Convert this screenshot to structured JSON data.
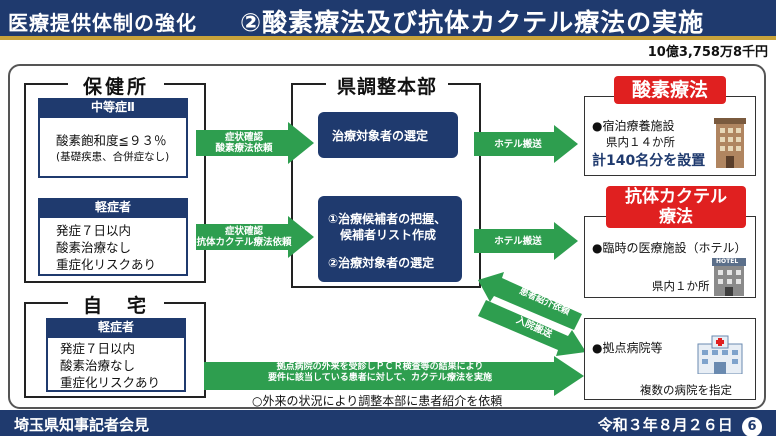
{
  "title": {
    "left": "医療提供体制の強化",
    "main": "②酸素療法及び抗体カクテル療法の実施"
  },
  "budget": "10億3,758万8千円",
  "hokenjo": {
    "label": "保健所",
    "moderate": {
      "header": "中等症Ⅱ",
      "line1": "酸素飽和度≦９３％",
      "line2": "(基礎疾患、合併症なし)"
    },
    "mild": {
      "header": "軽症者",
      "line1": "発症７日以内",
      "line2": "酸素治療なし",
      "line3": "重症化リスクあり"
    }
  },
  "jitaku": {
    "label": "自　宅",
    "mild": {
      "header": "軽症者",
      "line1": "発症７日以内",
      "line2": "酸素治療なし",
      "line3": "重症化リスクあり"
    }
  },
  "hq": {
    "label": "県調整本部",
    "node1": "治療対象者の選定",
    "node2_line1": "①治療候補者の把握、",
    "node2_line2": "　候補者リスト作成",
    "node2_line3": "②治療対象者の選定"
  },
  "arrows": {
    "a1_line1": "症状確認",
    "a1_line2": "酸素療法依頼",
    "a2_line1": "症状確認",
    "a2_line2": "抗体カクテル療法依頼",
    "hotel1": "ホテル搬送",
    "hotel2": "ホテル搬送",
    "referral": "患者紹介依頼",
    "admission": "入院搬送",
    "bottom_line1": "拠点病院の外来を受診しＰＣＲ検査等の結果により",
    "bottom_line2": "要件に該当している患者に対して、カクテル療法を実施"
  },
  "results": {
    "oxygen": {
      "badge": "酸素療法",
      "line1": "●宿泊療養施設",
      "line2": "県内１４か所",
      "line3": "計140名分を設置"
    },
    "antibody": {
      "badge_line1": "抗体カクテル",
      "badge_line2": "療法",
      "line1": "●臨時の医療施設（ホテル）",
      "line2": "県内１か所",
      "sign": "HOTEL"
    },
    "hospital": {
      "line1": "●拠点病院等",
      "line2": "複数の病院を指定"
    }
  },
  "note": "○外来の状況により調整本部に患者紹介を依頼",
  "footer": {
    "left": "埼玉県知事記者会見",
    "date": "令和３年８月２６日",
    "page": "6"
  },
  "colors": {
    "navy": "#1f3a6e",
    "green": "#2e9e4f",
    "red": "#e02020",
    "gold": "#c8a23a"
  }
}
